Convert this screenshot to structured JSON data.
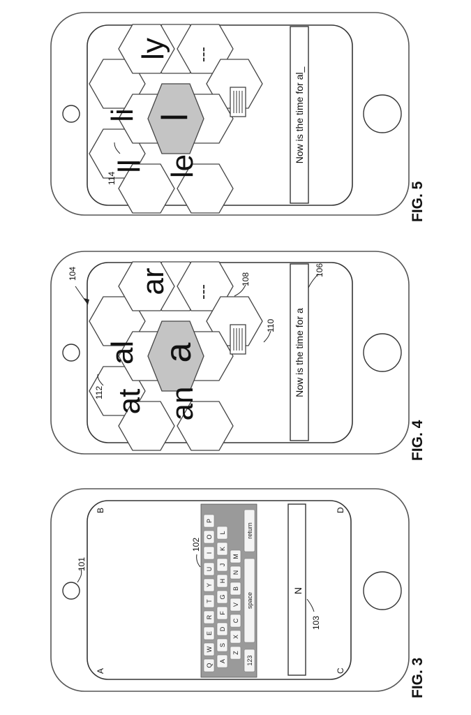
{
  "figures": [
    {
      "caption": "FIG. 3",
      "refs": {
        "home_button": "101",
        "keyboard": "102",
        "text_field": "103"
      },
      "corners": {
        "top_left": "A",
        "top_right": "B",
        "bottom_left": "C",
        "bottom_right": "D"
      },
      "text_field_value": "N",
      "keyboard": {
        "rows": [
          [
            "Q",
            "W",
            "E",
            "R",
            "T",
            "Y",
            "U",
            "I",
            "O",
            "P"
          ],
          [
            "A",
            "S",
            "D",
            "F",
            "G",
            "H",
            "J",
            "K",
            "L"
          ],
          [
            "Z",
            "X",
            "C",
            "V",
            "B",
            "N",
            "M"
          ]
        ],
        "bottom_row": [
          "123",
          "space",
          "return"
        ]
      }
    },
    {
      "caption": "FIG. 4",
      "refs": {
        "hex_layout": "104",
        "text_field": "106",
        "hex_dashes": "108",
        "hex_keyboard": "110",
        "hex_at": "112"
      },
      "text_field_value": "Now is the time for a",
      "hex_labels": {
        "center": "a",
        "top_left": "al",
        "top_right": "ar",
        "bottom_left": "an",
        "bottom_right": "",
        "left": "at",
        "right": "---"
      }
    },
    {
      "caption": "FIG. 5",
      "refs": {
        "hex_ll": "114"
      },
      "text_field_value": "Now is the time for al_",
      "hex_labels": {
        "center": "l",
        "top_left": "li",
        "top_right": "ly",
        "bottom_left": "le",
        "bottom_right": "",
        "left": "ll",
        "right": "---"
      }
    }
  ]
}
